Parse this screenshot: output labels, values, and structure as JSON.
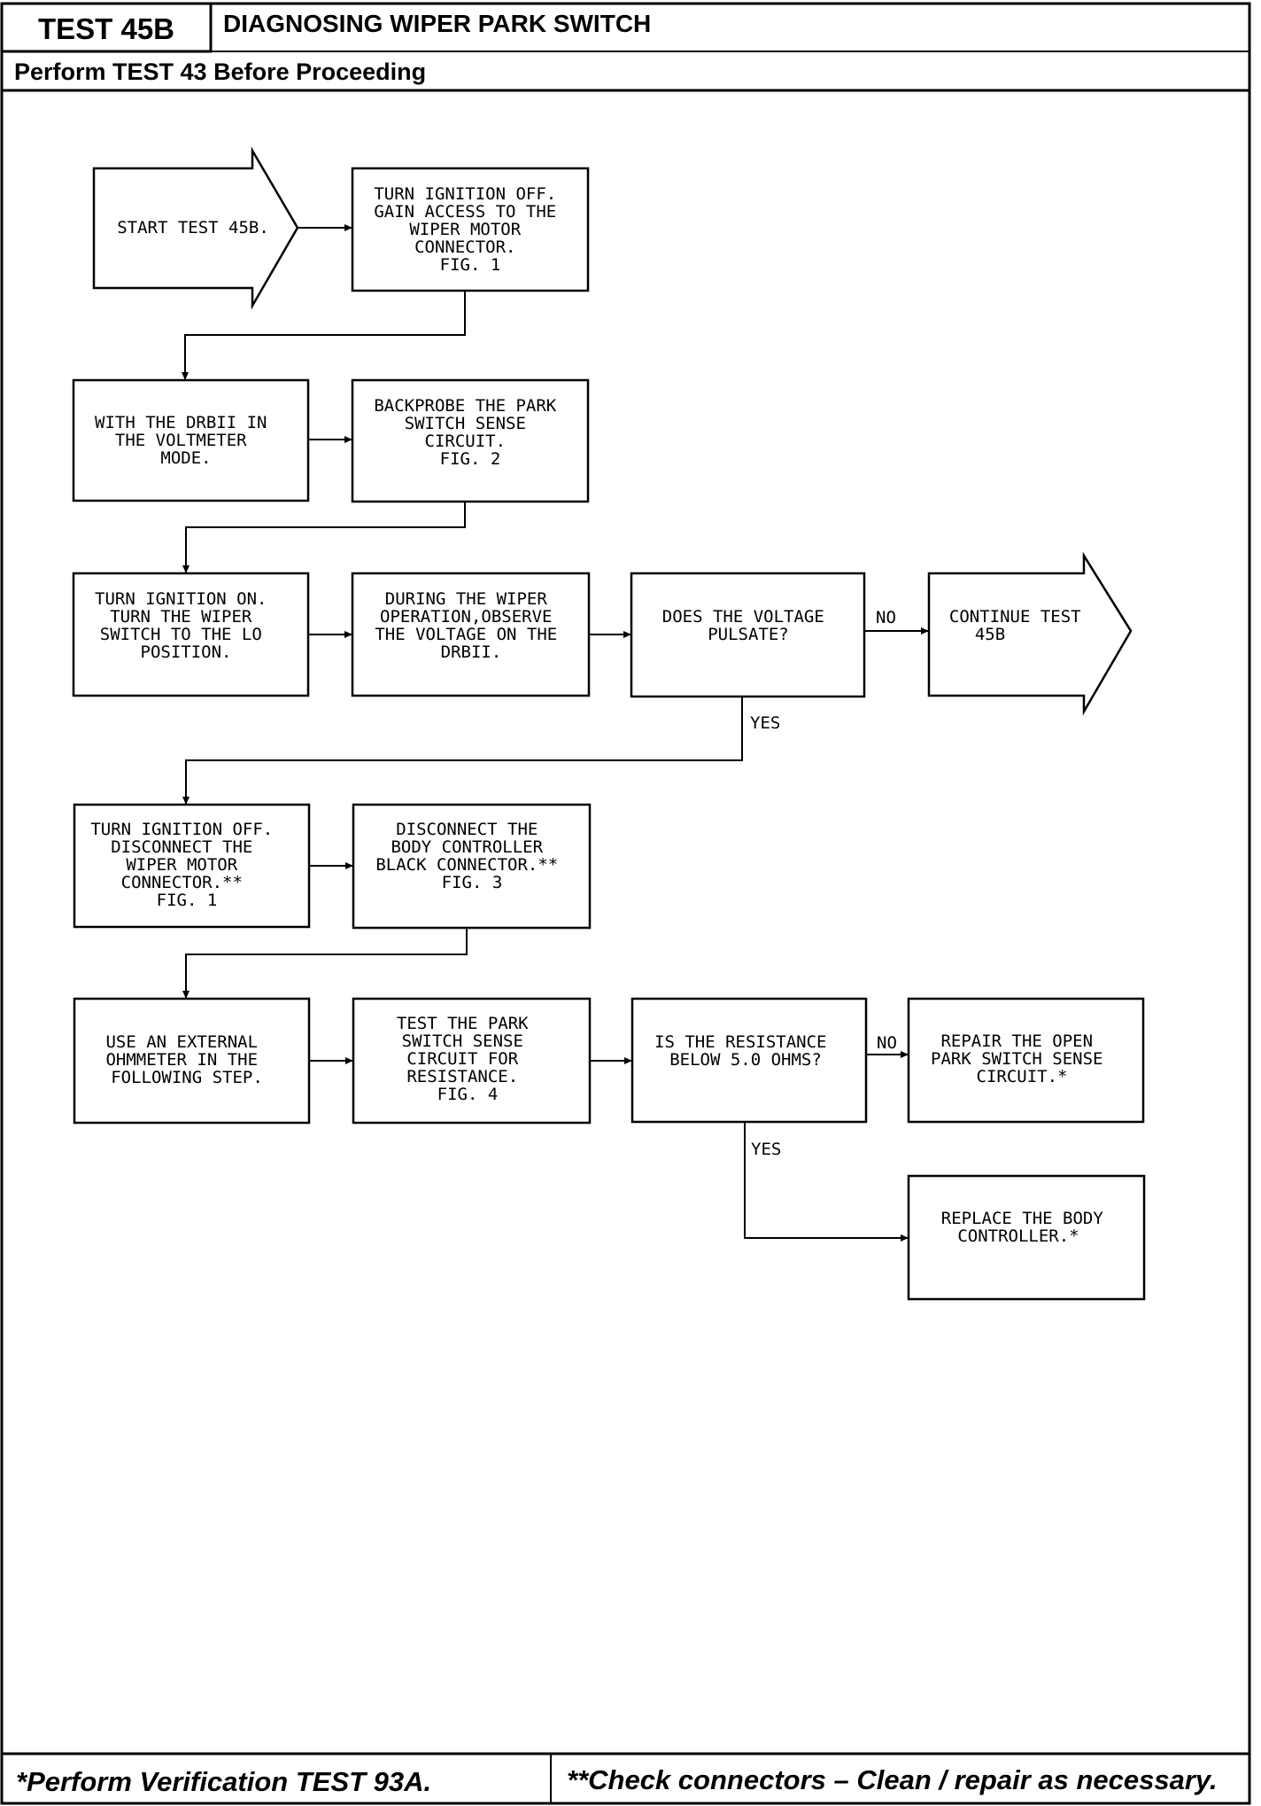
{
  "header": {
    "test_id": "TEST 45B",
    "title": "DIAGNOSING WIPER PARK SWITCH",
    "prerequisite": "Perform TEST 43 Before Proceeding"
  },
  "flowchart": {
    "nodes": [
      {
        "id": "start",
        "shape": "arrow",
        "lines": [
          "START TEST 45B."
        ]
      },
      {
        "id": "n1",
        "shape": "box",
        "lines": [
          "TURN IGNITION OFF.",
          "GAIN ACCESS TO THE",
          "WIPER MOTOR",
          "CONNECTOR.",
          "FIG. 1"
        ]
      },
      {
        "id": "n2",
        "shape": "box",
        "lines": [
          "WITH THE DRBII IN",
          "THE VOLTMETER",
          "MODE."
        ]
      },
      {
        "id": "n3",
        "shape": "box",
        "lines": [
          "BACKPROBE THE PARK",
          "SWITCH SENSE",
          "CIRCUIT.",
          "",
          "FIG. 2"
        ]
      },
      {
        "id": "n4",
        "shape": "box",
        "lines": [
          "TURN IGNITION ON.",
          "TURN THE WIPER",
          "SWITCH TO THE LO",
          "POSITION."
        ]
      },
      {
        "id": "n5",
        "shape": "box",
        "lines": [
          "DURING THE WIPER",
          "OPERATION,OBSERVE",
          "THE VOLTAGE ON THE",
          "DRBII."
        ]
      },
      {
        "id": "d1",
        "shape": "box",
        "lines": [
          "DOES THE VOLTAGE",
          "PULSATE?"
        ]
      },
      {
        "id": "cont",
        "shape": "arrow",
        "lines": [
          "CONTINUE TEST",
          "45B"
        ]
      },
      {
        "id": "n6",
        "shape": "box",
        "lines": [
          "TURN IGNITION OFF.",
          "DISCONNECT THE",
          "WIPER MOTOR",
          "CONNECTOR.**",
          "FIG. 1"
        ]
      },
      {
        "id": "n7",
        "shape": "box",
        "lines": [
          "DISCONNECT THE",
          "BODY CONTROLLER",
          "BLACK CONNECTOR.**",
          "",
          "FIG. 3"
        ]
      },
      {
        "id": "n8",
        "shape": "box",
        "lines": [
          "USE AN EXTERNAL",
          "OHMMETER IN THE",
          "FOLLOWING STEP."
        ]
      },
      {
        "id": "n9",
        "shape": "box",
        "lines": [
          "TEST THE PARK",
          "SWITCH SENSE",
          "CIRCUIT FOR",
          "RESISTANCE.",
          "FIG. 4"
        ]
      },
      {
        "id": "d2",
        "shape": "box",
        "lines": [
          "IS THE RESISTANCE",
          "BELOW 5.0 OHMS?"
        ]
      },
      {
        "id": "r1",
        "shape": "box",
        "lines": [
          "REPAIR THE OPEN",
          "PARK SWITCH SENSE",
          "CIRCUIT.*"
        ]
      },
      {
        "id": "r2",
        "shape": "box",
        "lines": [
          "REPLACE THE BODY",
          "CONTROLLER.*"
        ]
      }
    ],
    "edge_labels": {
      "d1_no": "NO",
      "d1_yes": "YES",
      "d2_no": "NO",
      "d2_yes": "YES"
    }
  },
  "footer": {
    "note_single": "*Perform Verification TEST 93A.",
    "note_double": "**Check connectors – Clean / repair as necessary."
  }
}
